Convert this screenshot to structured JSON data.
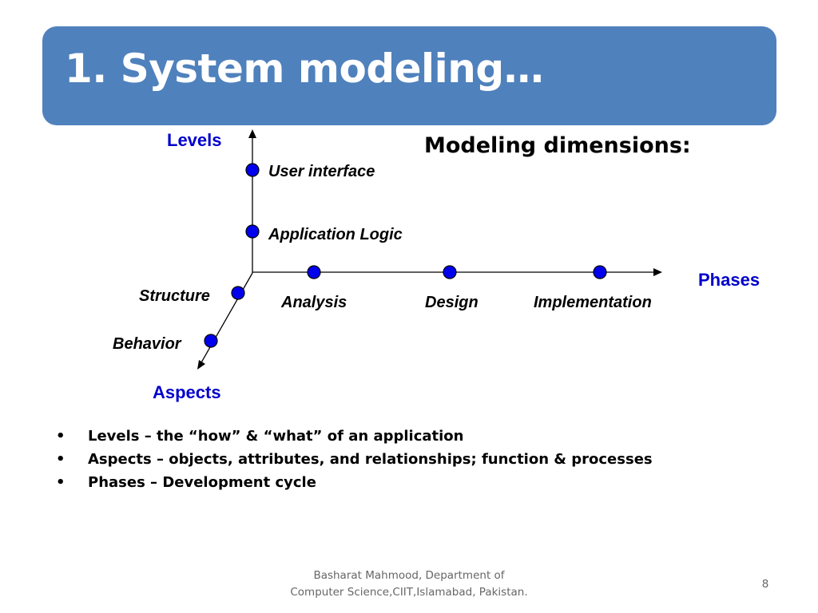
{
  "slide": {
    "title": "1. System modeling…",
    "accent_color": "#4f81bd"
  },
  "diagram": {
    "heading": "Modeling dimensions:",
    "axes": {
      "levels": "Levels",
      "phases": "Phases",
      "aspects": "Aspects"
    },
    "levels": [
      "User interface",
      "Application Logic"
    ],
    "phases": [
      "Analysis",
      "Design",
      "Implementation"
    ],
    "aspects": [
      "Structure",
      "Behavior"
    ],
    "axis_label_color": "#0000cc",
    "dot_color": "#0000ee"
  },
  "bullets": [
    "Levels – the “how” & “what” of an application",
    "Aspects – objects, attributes, and relationships; function & processes",
    "Phases – Development cycle"
  ],
  "bullet_symbol": "•",
  "footer": {
    "line1": "Basharat Mahmood, Department of",
    "line2": "Computer Science,CIIT,Islamabad, Pakistan.",
    "page": "8"
  }
}
